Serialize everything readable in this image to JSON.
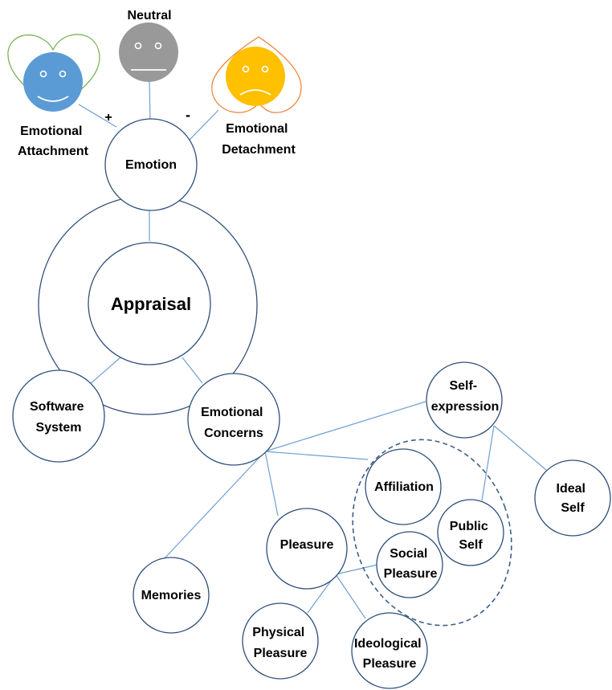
{
  "nodes": {
    "emotion": {
      "lines": [
        "Emotion"
      ]
    },
    "appraisal": {
      "lines": [
        "Appraisal"
      ]
    },
    "software_system": {
      "lines": [
        "Software",
        "System"
      ]
    },
    "emotional_concerns": {
      "lines": [
        "Emotional",
        "Concerns"
      ]
    },
    "self_expression": {
      "lines": [
        "Self-",
        "expression"
      ]
    },
    "affiliation": {
      "lines": [
        "Affiliation"
      ]
    },
    "ideal_self": {
      "lines": [
        "Ideal",
        "Self"
      ]
    },
    "public_self": {
      "lines": [
        "Public",
        "Self"
      ]
    },
    "pleasure": {
      "lines": [
        "Pleasure"
      ]
    },
    "social_pleasure": {
      "lines": [
        "Social",
        "Pleasure"
      ]
    },
    "memories": {
      "lines": [
        "Memories"
      ]
    },
    "physical_pleasure": {
      "lines": [
        "Physical",
        "Pleasure"
      ]
    },
    "ideological_pleasure": {
      "lines": [
        "Ideological",
        "Pleasure"
      ]
    }
  },
  "faces": {
    "neutral": {
      "label": [
        "Neutral"
      ],
      "color": "#999999"
    },
    "attachment": {
      "label": [
        "Emotional",
        "Attachment"
      ],
      "color": "#5b9bd5",
      "outline": "#70ad47"
    },
    "detachment": {
      "label": [
        "Emotional",
        "Detachment"
      ],
      "color": "#ffc000",
      "outline": "#ed7d31"
    }
  },
  "signs": {
    "plus": "+",
    "minus": "-"
  }
}
